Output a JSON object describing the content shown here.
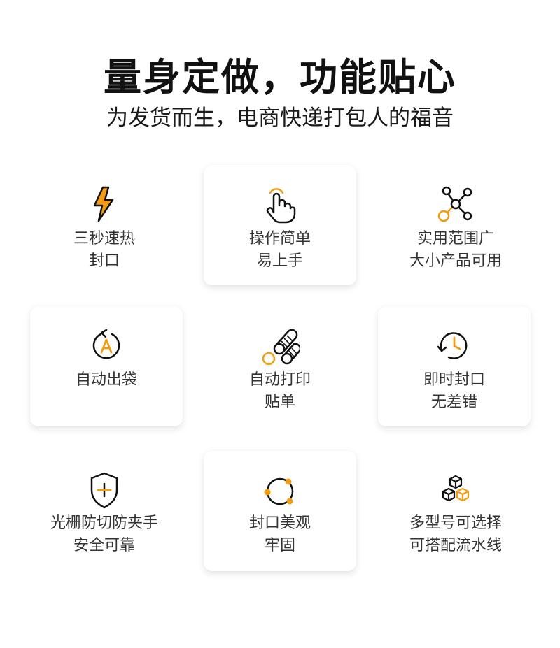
{
  "header": {
    "title": "量身定做，功能贴心",
    "subtitle": "为发货而生，电商快递打包人的福音"
  },
  "colors": {
    "accent": "#f39c12",
    "icon_stroke": "#111111",
    "text": "#333333"
  },
  "features": [
    {
      "icon": "lightning-icon",
      "line1": "三秒速热",
      "line2": "封口"
    },
    {
      "icon": "tap-hand-icon",
      "line1": "操作简单",
      "line2": "易上手"
    },
    {
      "icon": "molecule-icon",
      "line1": "实用范围广",
      "line2": "大小产品可用"
    },
    {
      "icon": "auto-cycle-icon",
      "line1": "自动出袋",
      "line2": ""
    },
    {
      "icon": "paper-rolls-icon",
      "line1": "自动打印",
      "line2": "贴单"
    },
    {
      "icon": "clock-refresh-icon",
      "line1": "即时封口",
      "line2": "无差错"
    },
    {
      "icon": "shield-plus-icon",
      "line1": "光栅防切防夹手",
      "line2": "安全可靠"
    },
    {
      "icon": "circle-nodes-icon",
      "line1": "封口美观",
      "line2": "牢固"
    },
    {
      "icon": "cubes-icon",
      "line1": "多型号可选择",
      "line2": "可搭配流水线"
    }
  ]
}
